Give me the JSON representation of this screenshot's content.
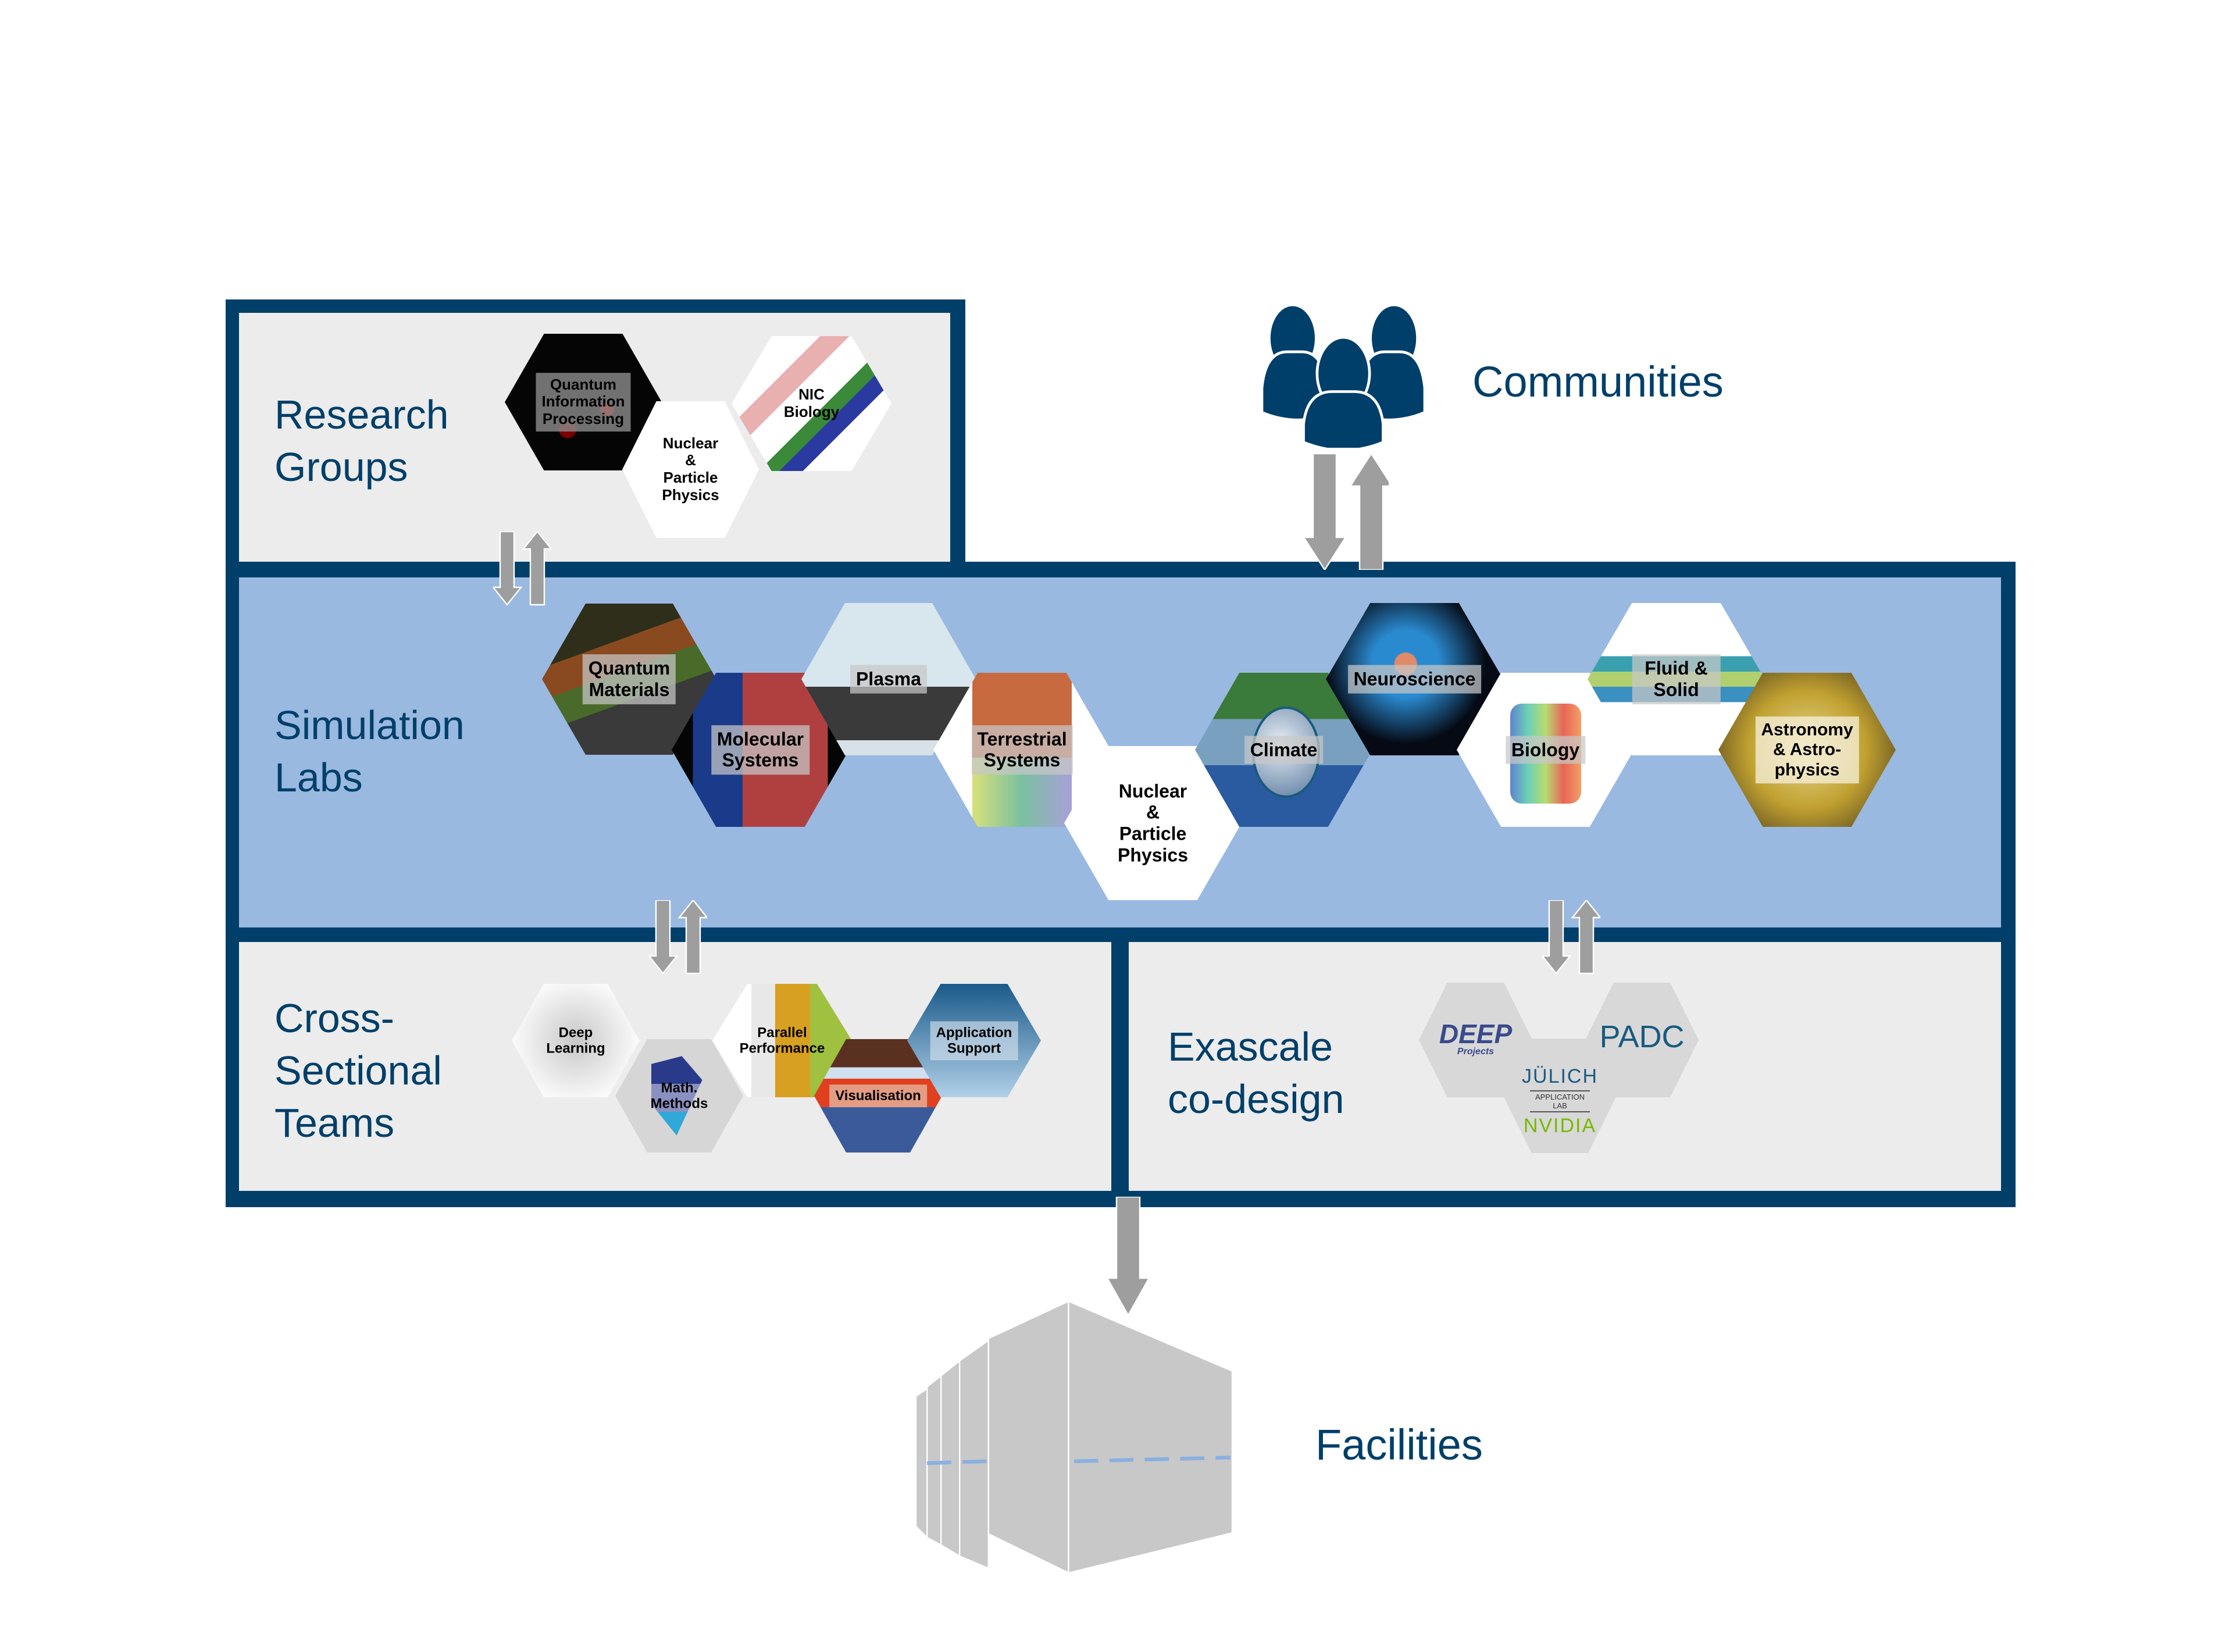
{
  "colors": {
    "frame": "#003f69",
    "panel_grey": "#ececec",
    "panel_blue": "#99b9e1",
    "arrow": "#9e9e9e",
    "server": "#c8c8c8",
    "nvidia_green": "#76b900",
    "deep_blue": "#3a4a8c"
  },
  "sections": {
    "research_groups": {
      "title": "Research\nGroups",
      "hexagons": [
        {
          "label": "Quantum\nInformation\nProcessing",
          "theme": "quantum-dots"
        },
        {
          "label": "Nuclear &\nParticle\nPhysics",
          "theme": "particle-chart"
        },
        {
          "label": "NIC\nBiology",
          "theme": "dna"
        }
      ]
    },
    "communities": {
      "label": "Communities",
      "icon": "people-group-icon"
    },
    "simulation_labs": {
      "title": "Simulation\nLabs",
      "hexagons": [
        {
          "label": "Quantum\nMaterials",
          "theme": "spin-lattice"
        },
        {
          "label": "Molecular\nSystems",
          "theme": "molecules"
        },
        {
          "label": "Plasma",
          "theme": "supercomputer"
        },
        {
          "label": "Terrestrial\nSystems",
          "theme": "terrain"
        },
        {
          "label": "Nuclear &\nParticle\nPhysics",
          "theme": "particle-chart"
        },
        {
          "label": "Climate",
          "theme": "earth"
        },
        {
          "label": "Neuroscience",
          "theme": "neuron"
        },
        {
          "label": "Biology",
          "theme": "protein"
        },
        {
          "label": "Fluid & Solid",
          "theme": "turbulence"
        },
        {
          "label": "Astronomy\n& Astro-\nphysics",
          "theme": "cosmic"
        }
      ]
    },
    "cross_sectional_teams": {
      "title": "Cross-\nSectional\nTeams",
      "hexagons": [
        {
          "label": "Deep\nLearning",
          "theme": "neural-net"
        },
        {
          "label": "Math.\nMethods",
          "theme": "matrix"
        },
        {
          "label": "Parallel\nPerformance",
          "theme": "profiler"
        },
        {
          "label": "Visualisation",
          "theme": "vis-wall"
        },
        {
          "label": "Application\nSupport",
          "theme": "growth-chart"
        }
      ]
    },
    "exascale_codesign": {
      "title": "Exascale\nco-design",
      "hexagons": [
        {
          "label": "DEEP",
          "sublabel": "Projects"
        },
        {
          "label": "PADC"
        },
        {
          "label": "JÜLICH",
          "sublabel": "APPLICATION LAB",
          "footer": "NVIDIA"
        }
      ]
    },
    "facilities": {
      "label": "Facilities",
      "icon": "server-rack-icon"
    }
  }
}
